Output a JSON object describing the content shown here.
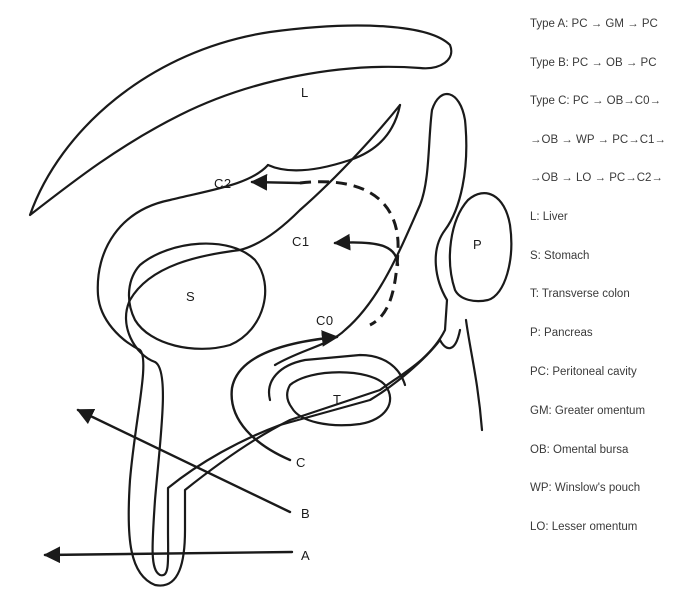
{
  "diagram": {
    "labels": {
      "liver": "L",
      "stomach": "S",
      "transverse_colon": "T",
      "pancreas": "P",
      "c0": "C0",
      "c1": "C1",
      "c2": "C2",
      "route_a": "A",
      "route_b": "B",
      "route_c": "C"
    }
  },
  "legend": [
    "Type A: PC → GM → PC",
    "Type B: PC → OB → PC",
    "Type C: PC → OB→C0→",
    "→OB → WP → PC→C1→",
    "→OB → LO → PC→C2→",
    "L: Liver",
    "S: Stomach",
    "T: Transverse colon",
    "P: Pancreas",
    "PC: Peritoneal cavity",
    "GM: Greater omentum",
    "OB: Omental bursa",
    "WP: Winslow's pouch",
    "LO: Lesser omentum"
  ]
}
